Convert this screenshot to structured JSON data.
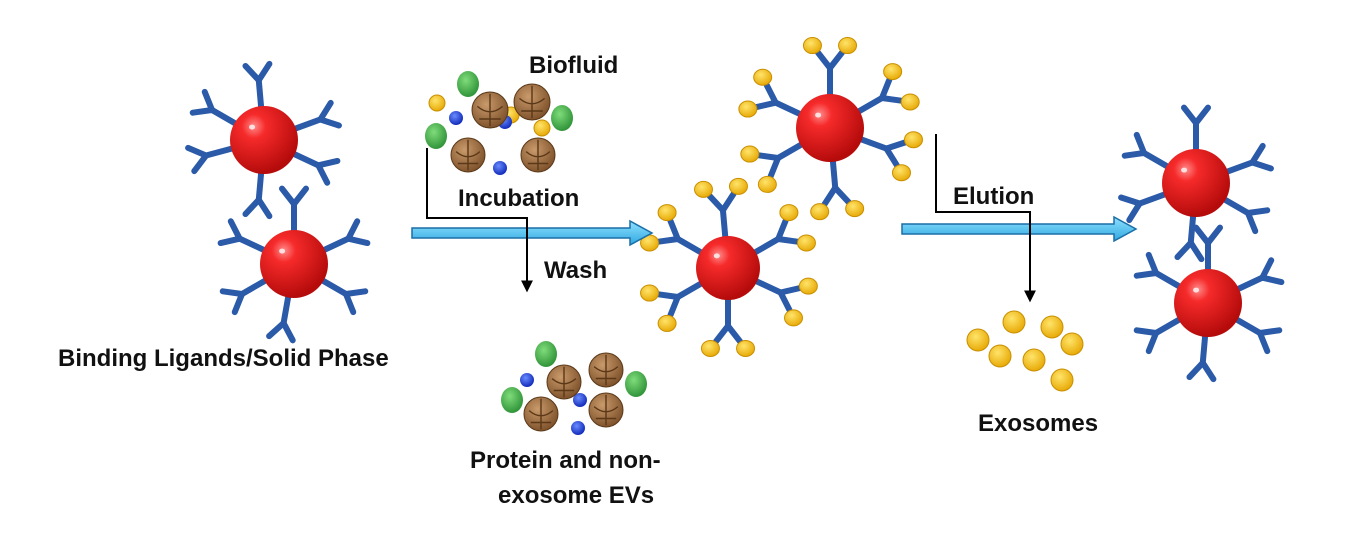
{
  "labels": {
    "solid_phase": "Binding Ligands/Solid Phase",
    "biofluid": "Biofluid",
    "incubation": "Incubation",
    "wash": "Wash",
    "waste_line1": "Protein and non-",
    "waste_line2": "exosome EVs",
    "elution": "Elution",
    "exosomes": "Exosomes"
  },
  "colors": {
    "bead": "#e8141c",
    "antibody": "#2a5aa8",
    "exosome": "#f2b705",
    "protein_brown": "#9a6a3c",
    "green_particle": "#3aa844",
    "blue_particle": "#1f3fd6",
    "process_arrow": "#5cc8f0",
    "line": "#000000"
  }
}
